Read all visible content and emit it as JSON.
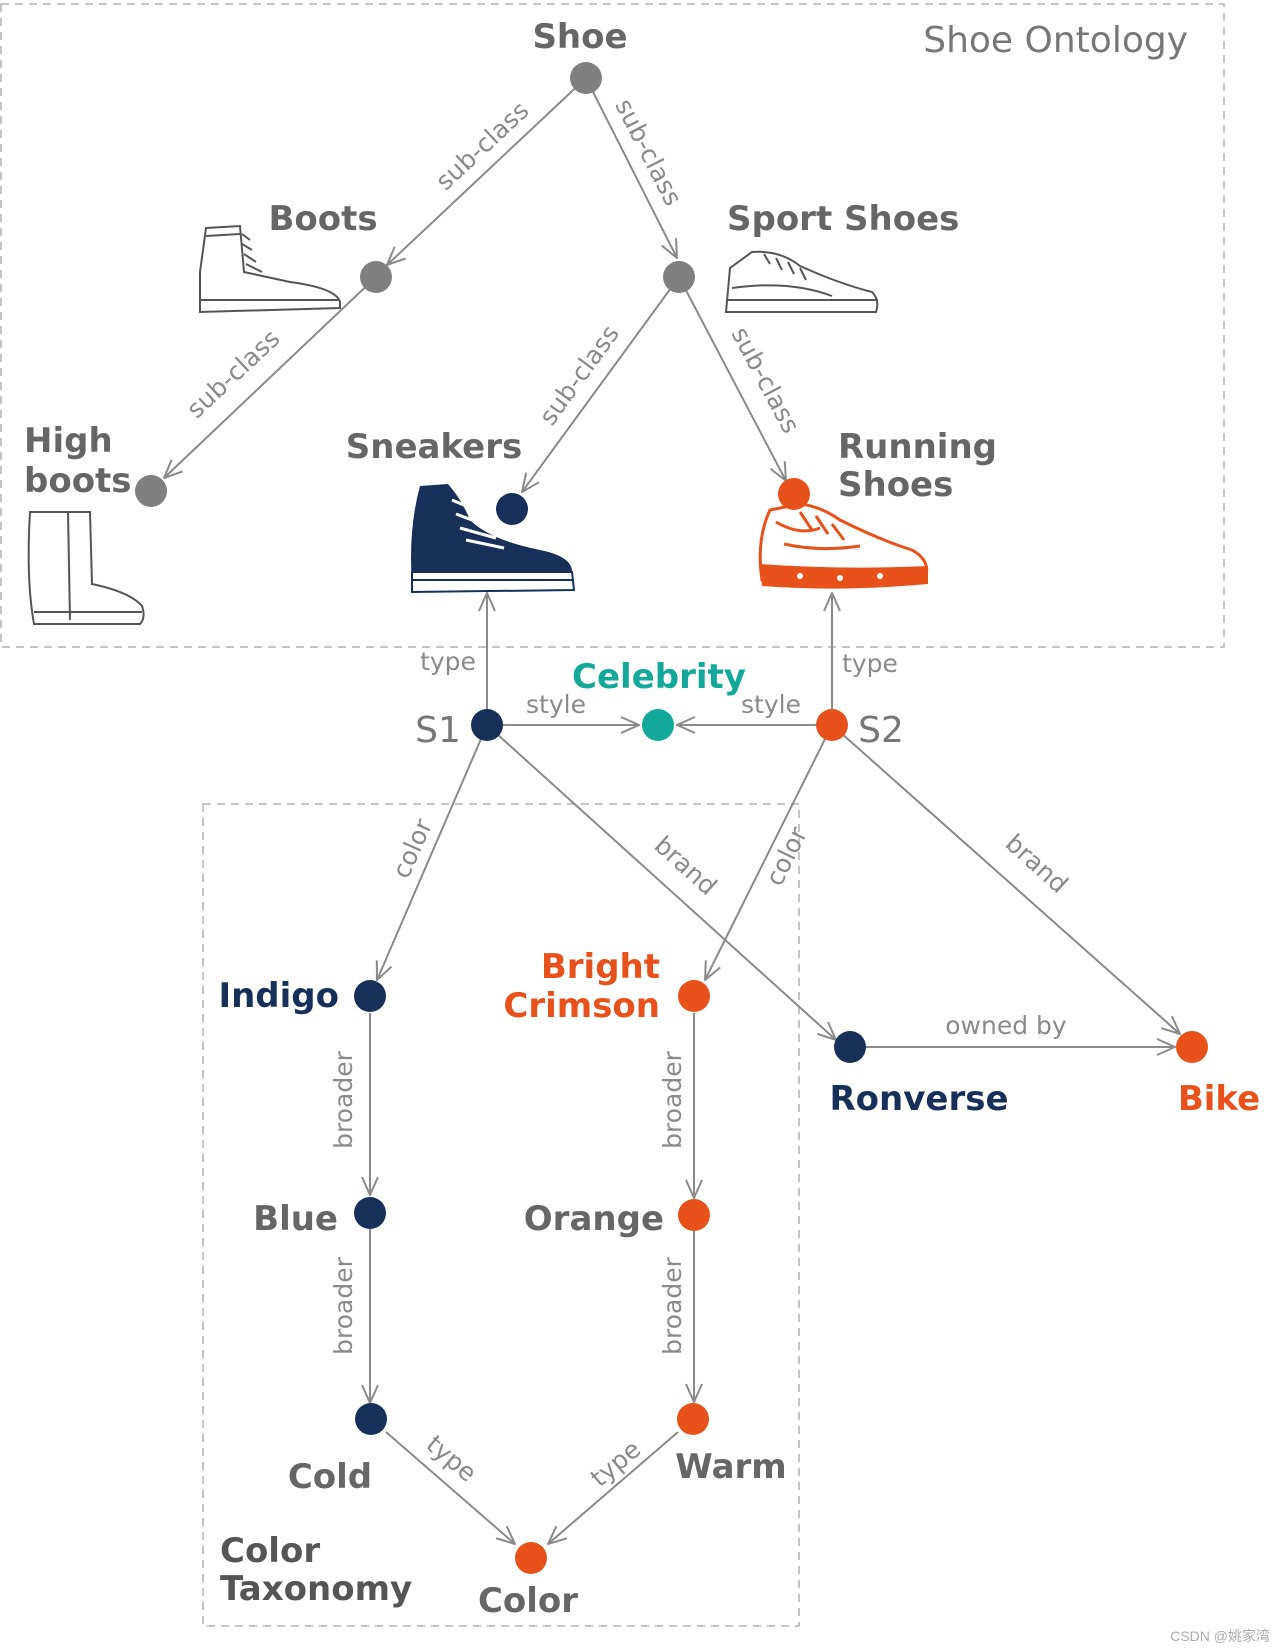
{
  "colors": {
    "gray": "#7f7f7f",
    "gray_text": "#666666",
    "navy": "#17305a",
    "orange": "#e8521a",
    "teal": "#12a99a",
    "edge": "#8a8a8a"
  },
  "regions": {
    "shoe_ontology_title": "Shoe Ontology",
    "color_taxonomy_title_line1": "Color",
    "color_taxonomy_title_line2": "Taxonomy"
  },
  "nodes": {
    "shoe": "Shoe",
    "boots": "Boots",
    "sport_shoes": "Sport Shoes",
    "high_boots_line1": "High",
    "high_boots_line2": "boots",
    "sneakers": "Sneakers",
    "running_shoes_line1": "Running",
    "running_shoes_line2": "Shoes",
    "celebrity": "Celebrity",
    "s1": "S1",
    "s2": "S2",
    "indigo": "Indigo",
    "bright_crimson_line1": "Bright",
    "bright_crimson_line2": "Crimson",
    "ronverse": "Ronverse",
    "bike": "Bike",
    "blue": "Blue",
    "orange": "Orange",
    "cold": "Cold",
    "warm": "Warm",
    "color": "Color"
  },
  "edges": {
    "sub_class": "sub-class",
    "type": "type",
    "style": "style",
    "color": "color",
    "brand": "brand",
    "owned_by": "owned by",
    "broader": "broader"
  },
  "icons": {
    "boots": "boot-icon",
    "sport_shoes": "sport-shoe-icon",
    "high_boots": "high-boot-icon",
    "sneakers": "sneaker-icon",
    "running_shoes": "running-shoe-icon"
  },
  "watermark": "CSDN @姚家湾"
}
